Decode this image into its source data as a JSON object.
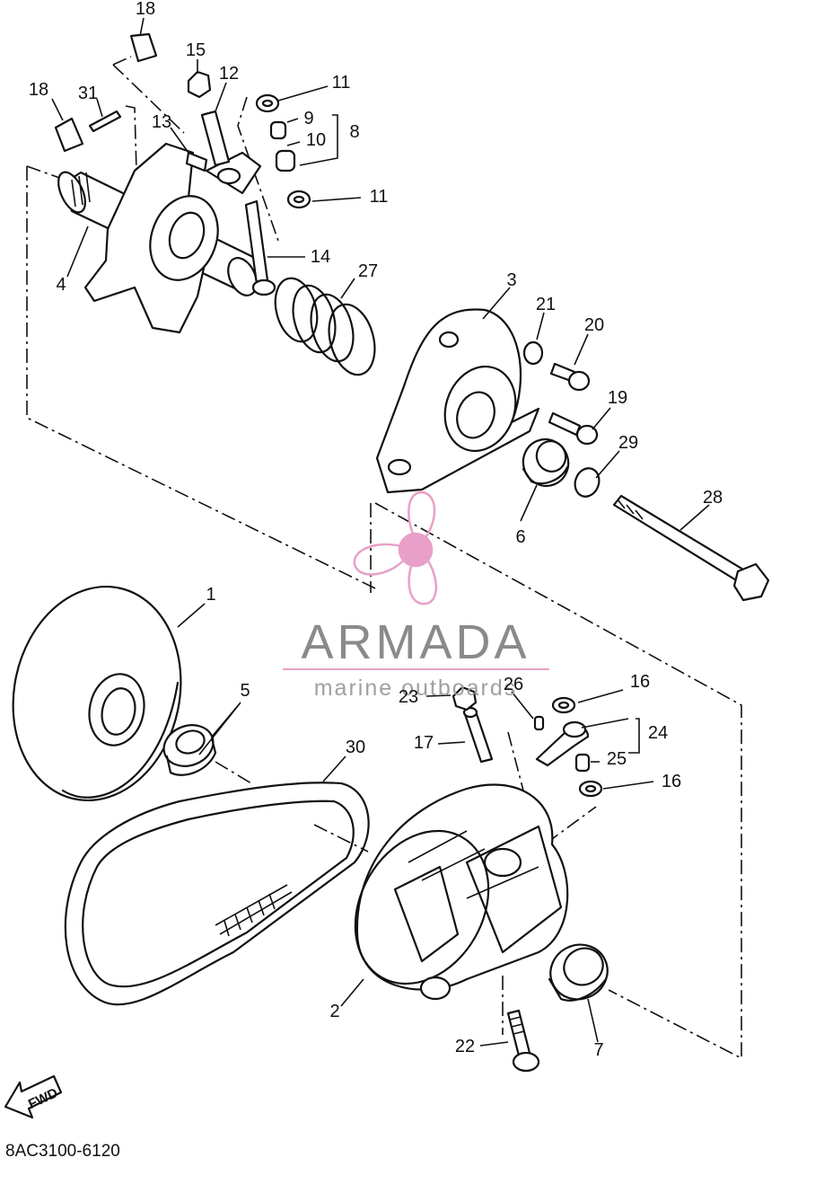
{
  "callouts": [
    {
      "id": "c18a",
      "text": "18"
    },
    {
      "id": "c18b",
      "text": "18"
    },
    {
      "id": "c31",
      "text": "31"
    },
    {
      "id": "c15",
      "text": "15"
    },
    {
      "id": "c12",
      "text": "12"
    },
    {
      "id": "c13",
      "text": "13"
    },
    {
      "id": "c11a",
      "text": "11"
    },
    {
      "id": "c9",
      "text": "9"
    },
    {
      "id": "c10",
      "text": "10"
    },
    {
      "id": "c8",
      "text": "8"
    },
    {
      "id": "c11b",
      "text": "11"
    },
    {
      "id": "c14",
      "text": "14"
    },
    {
      "id": "c4",
      "text": "4"
    },
    {
      "id": "c27",
      "text": "27"
    },
    {
      "id": "c3",
      "text": "3"
    },
    {
      "id": "c21",
      "text": "21"
    },
    {
      "id": "c20",
      "text": "20"
    },
    {
      "id": "c19",
      "text": "19"
    },
    {
      "id": "c29",
      "text": "29"
    },
    {
      "id": "c28",
      "text": "28"
    },
    {
      "id": "c6",
      "text": "6"
    },
    {
      "id": "c1",
      "text": "1"
    },
    {
      "id": "c5",
      "text": "5"
    },
    {
      "id": "c26",
      "text": "26"
    },
    {
      "id": "c23",
      "text": "23"
    },
    {
      "id": "c16a",
      "text": "16"
    },
    {
      "id": "c24",
      "text": "24"
    },
    {
      "id": "c17",
      "text": "17"
    },
    {
      "id": "c25",
      "text": "25"
    },
    {
      "id": "c16b",
      "text": "16"
    },
    {
      "id": "c30",
      "text": "30"
    },
    {
      "id": "c2",
      "text": "2"
    },
    {
      "id": "c22",
      "text": "22"
    },
    {
      "id": "c7",
      "text": "7"
    }
  ],
  "watermark": {
    "title": "ARMADA",
    "subtitle": "marine outboards",
    "accent_color": "#e8a0c8"
  },
  "fwd_label": "FWD",
  "diagram_code": "8AC3100-6120"
}
